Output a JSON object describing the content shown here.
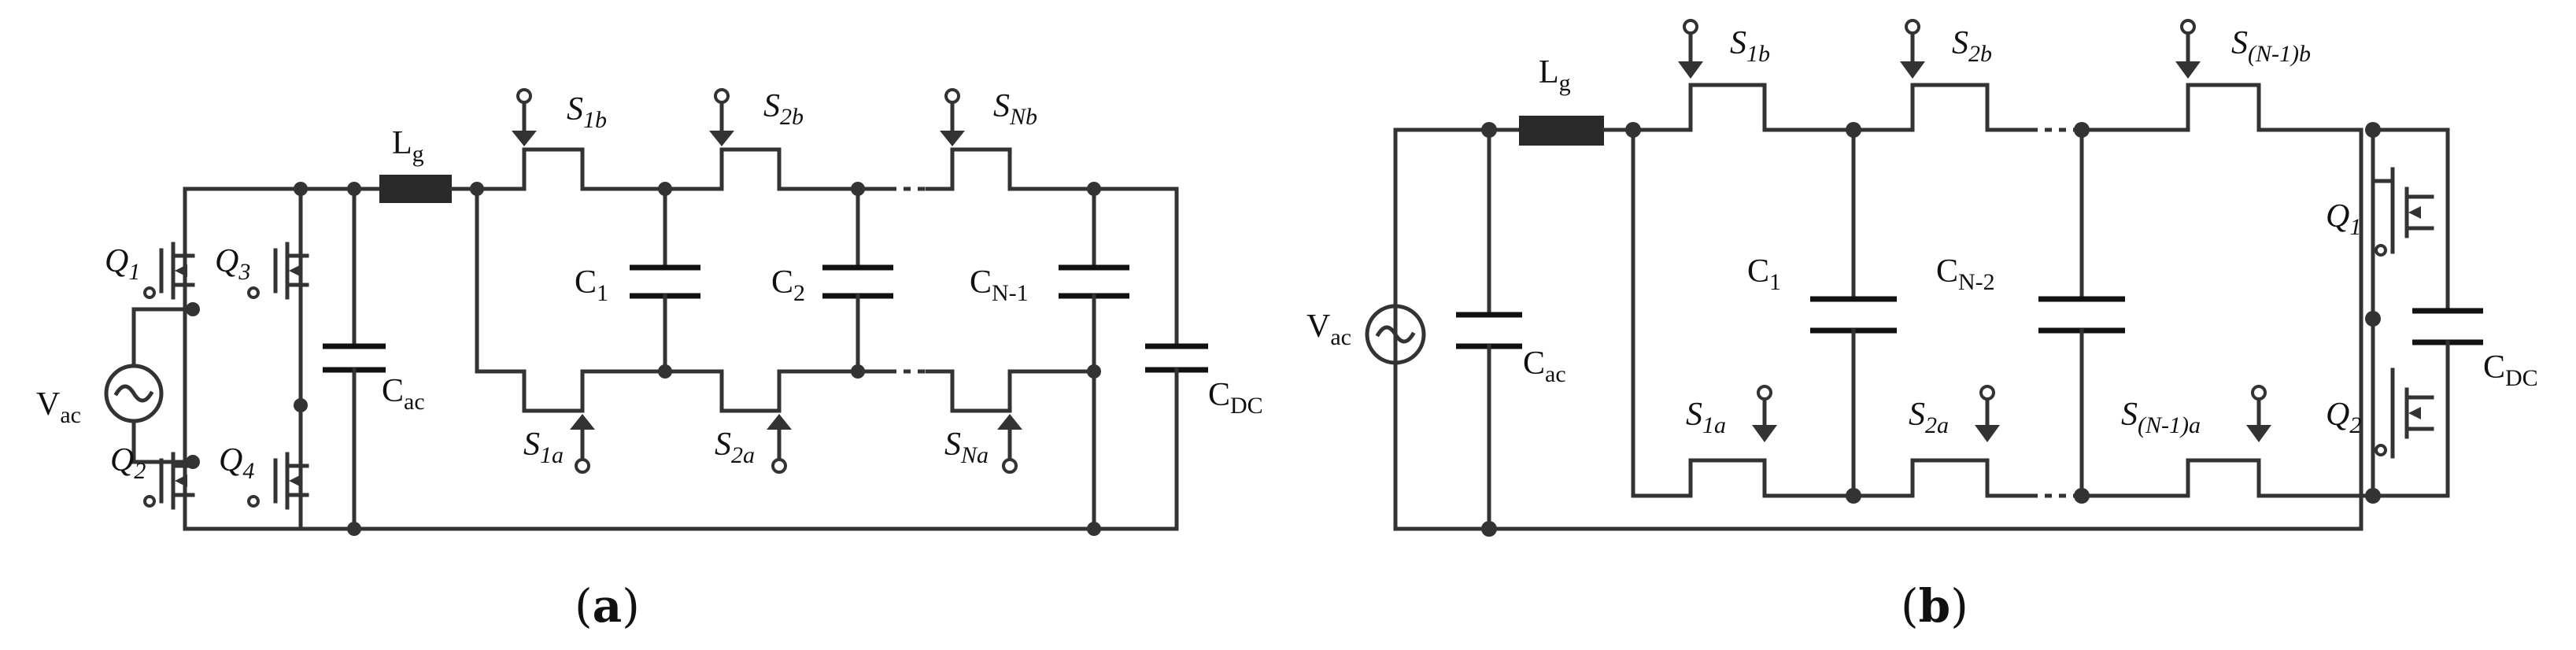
{
  "panels": {
    "a": {
      "caption": "a",
      "labels": {
        "vac": [
          "V",
          "ac"
        ],
        "lg": [
          "L",
          "g"
        ],
        "cac": [
          "C",
          "ac"
        ],
        "cdc": [
          "C",
          "DC"
        ],
        "q1": [
          "Q",
          "1"
        ],
        "q2": [
          "Q",
          "2"
        ],
        "q3": [
          "Q",
          "3"
        ],
        "q4": [
          "Q",
          "4"
        ],
        "s1b": [
          "S",
          "1b"
        ],
        "s2b": [
          "S",
          "2b"
        ],
        "snb": [
          "S",
          "Nb"
        ],
        "s1a": [
          "S",
          "1a"
        ],
        "s2a": [
          "S",
          "2a"
        ],
        "sna": [
          "S",
          "Na"
        ],
        "c1": [
          "C",
          "1"
        ],
        "c2": [
          "C",
          "2"
        ],
        "cn1": [
          "C",
          "N-1"
        ]
      }
    },
    "b": {
      "caption": "b",
      "labels": {
        "vac": [
          "V",
          "ac"
        ],
        "lg": [
          "L",
          "g"
        ],
        "cac": [
          "C",
          "ac"
        ],
        "cdc": [
          "C",
          "DC"
        ],
        "q1": [
          "Q",
          "1"
        ],
        "q2": [
          "Q",
          "2"
        ],
        "s1b": [
          "S",
          "1b"
        ],
        "s2b": [
          "S",
          "2b"
        ],
        "sn1b": [
          "S",
          "(N-1)b"
        ],
        "s1a": [
          "S",
          "1a"
        ],
        "s2a": [
          "S",
          "2a"
        ],
        "sn1a": [
          "S",
          "(N-1)a"
        ],
        "c1": [
          "C",
          "1"
        ],
        "cn2": [
          "C",
          "N-2"
        ]
      }
    }
  }
}
